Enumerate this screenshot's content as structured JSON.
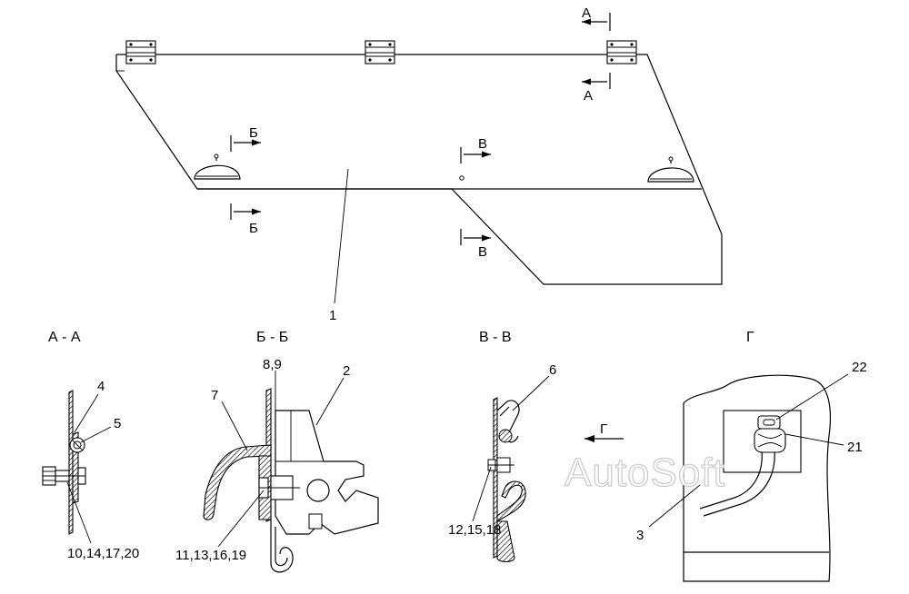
{
  "section_labels": {
    "aa": "А - А",
    "bb": "Б - Б",
    "vv": "В - В",
    "g": "Г"
  },
  "cut_markers": {
    "a": "А",
    "b": "Б",
    "v": "В",
    "g": "Г"
  },
  "callouts": {
    "c1": "1",
    "c2": "2",
    "c3": "3",
    "c4": "4",
    "c5": "5",
    "c6": "6",
    "c7": "7",
    "c8_9": "8,9",
    "c10": "10,14,17,20",
    "c11": "11,13,16,19",
    "c12": "12,15,18",
    "c21": "21",
    "c22": "22"
  },
  "watermark": "AutoSoft"
}
